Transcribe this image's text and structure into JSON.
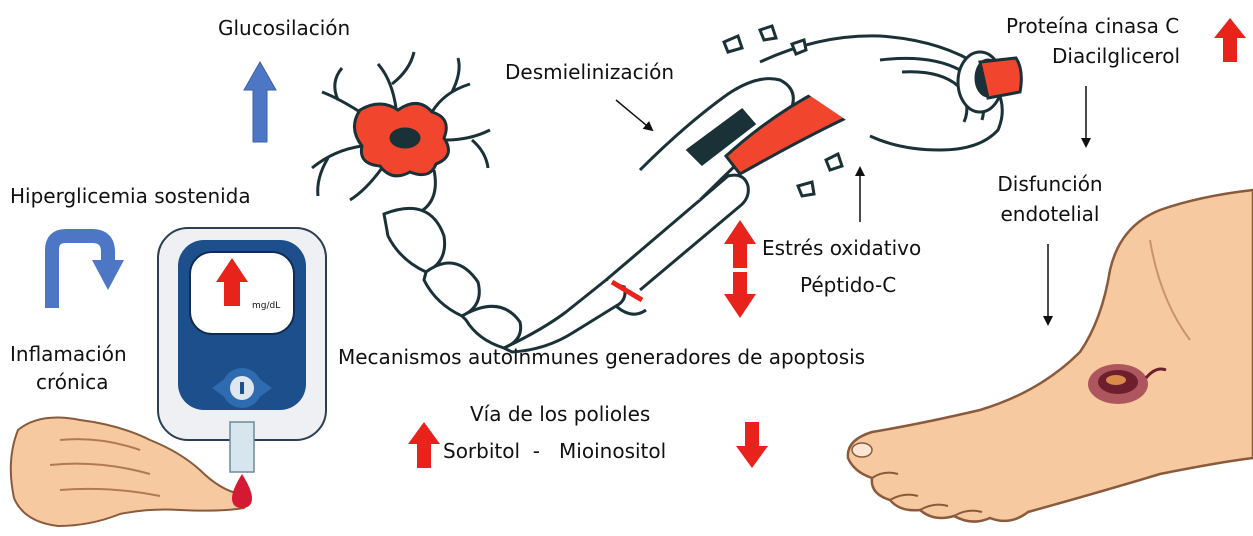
{
  "labels": {
    "glucosilacion": "Glucosilación",
    "hiperglicemia": "Hiperglicemia sostenida",
    "inflamacion_1": "Inflamación",
    "inflamacion_2": "crónica",
    "desmielinizacion": "Desmielinización",
    "proteina": "Proteína cinasa C",
    "diacilglicerol": "Diacilglicerol",
    "disfuncion_1": "Disfunción",
    "disfuncion_2": "endotelial",
    "estres": "Estrés oxidativo",
    "peptido": "Péptido-C",
    "mecanismos": "Mecanismos autoinmunes generadores de apoptosis",
    "via_polioles": "Vía de los polioles",
    "sorbitol_mioinositol": "Sorbitol  -   Mioinositol"
  },
  "meter": {
    "unit": "mg/dL"
  },
  "colors": {
    "red_arrow": "#e8231c",
    "blue_arrow": "#4d77c4",
    "meter_blue": "#1d4f8c",
    "neuron_red": "#f2452e",
    "outline": "#1a3137",
    "skin": "#f6c9a0"
  }
}
